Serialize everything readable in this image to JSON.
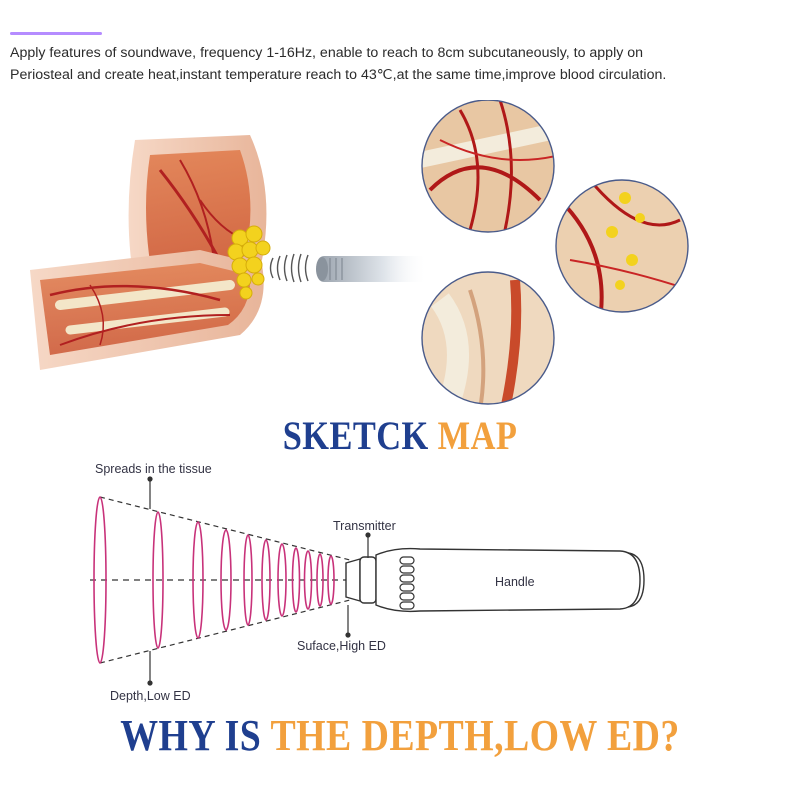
{
  "intro": {
    "clipped_title": "...",
    "line1": "Apply features of soundwave, frequency 1-16Hz, enable to reach to 8cm subcutaneously, to apply on",
    "line2": "Periosteal and create heat,instant temperature reach to 43℃,at the same time,improve blood circulation."
  },
  "sketch_heading": {
    "part1": "SKETCK",
    "part2": "MAP"
  },
  "sketch_labels": {
    "spreads": "Spreads in the tissue",
    "transmitter": "Transmitter",
    "handle": "Handle",
    "surface": "Suface,High ED",
    "depth": "Depth,Low ED"
  },
  "bottom_heading": {
    "part1": "WHY IS",
    "part2": "THE DEPTH,LOW ED?"
  },
  "colors": {
    "heading_blue": "#1f3f8f",
    "heading_orange": "#f2a03d",
    "accent_purple": "#b58cff",
    "wave_pink": "#c8327a"
  }
}
